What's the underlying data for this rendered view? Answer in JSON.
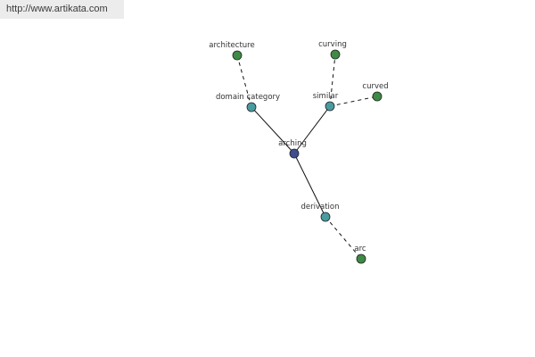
{
  "header": {
    "url": "http://www.artikata.com"
  },
  "colors": {
    "root_node": "#3f4e8f",
    "relation_node": "#4a9ba0",
    "leaf_node": "#3f8a45",
    "node_stroke": "#222222",
    "edge": "#111111"
  },
  "graph": {
    "nodes": [
      {
        "id": "arching",
        "label": "arching",
        "kind": "root"
      },
      {
        "id": "domain-category",
        "label": "domain category",
        "kind": "relation"
      },
      {
        "id": "similar",
        "label": "similar",
        "kind": "relation"
      },
      {
        "id": "derivation",
        "label": "derivation",
        "kind": "relation"
      },
      {
        "id": "architecture",
        "label": "architecture",
        "kind": "leaf"
      },
      {
        "id": "curving",
        "label": "curving",
        "kind": "leaf"
      },
      {
        "id": "curved",
        "label": "curved",
        "kind": "leaf"
      },
      {
        "id": "arc",
        "label": "arc",
        "kind": "leaf"
      }
    ],
    "edges": [
      {
        "from": "arching",
        "to": "domain-category",
        "style": "solid"
      },
      {
        "from": "arching",
        "to": "similar",
        "style": "solid"
      },
      {
        "from": "arching",
        "to": "derivation",
        "style": "solid"
      },
      {
        "from": "domain-category",
        "to": "architecture",
        "style": "dashed"
      },
      {
        "from": "similar",
        "to": "curving",
        "style": "dashed"
      },
      {
        "from": "similar",
        "to": "curved",
        "style": "dashed"
      },
      {
        "from": "derivation",
        "to": "arc",
        "style": "dashed"
      }
    ]
  }
}
